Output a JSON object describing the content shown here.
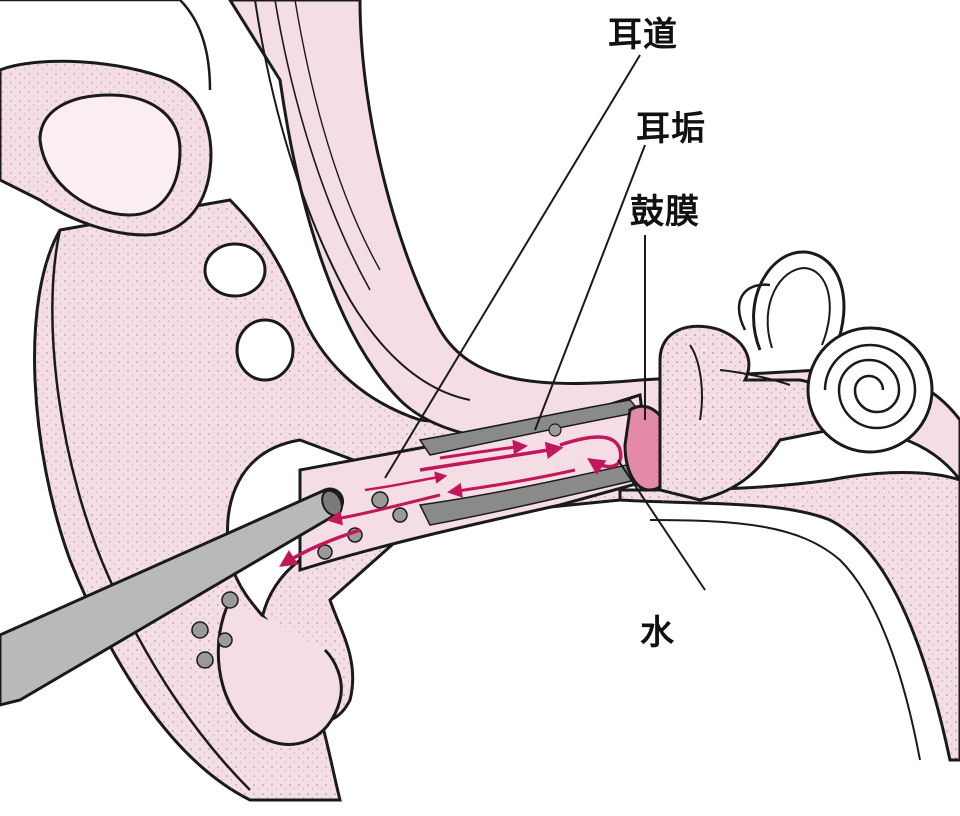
{
  "labels": {
    "ear_canal": "耳道",
    "earwax": "耳垢",
    "eardrum": "鼓膜",
    "water": "水"
  },
  "colors": {
    "skin": "#f5dde6",
    "outline": "#1a1a1a",
    "canal_lining": "#8a8a8a",
    "water_arrow": "#c2185b",
    "eardrum": "#e38aa8",
    "syringe": "#b9b9b9",
    "earwax": "#9a9a9a",
    "background": "#ffffff"
  },
  "icons": {
    "syringe": "syringe-nozzle-icon",
    "finger": "finger-icon",
    "cochlea": "cochlea-icon"
  }
}
